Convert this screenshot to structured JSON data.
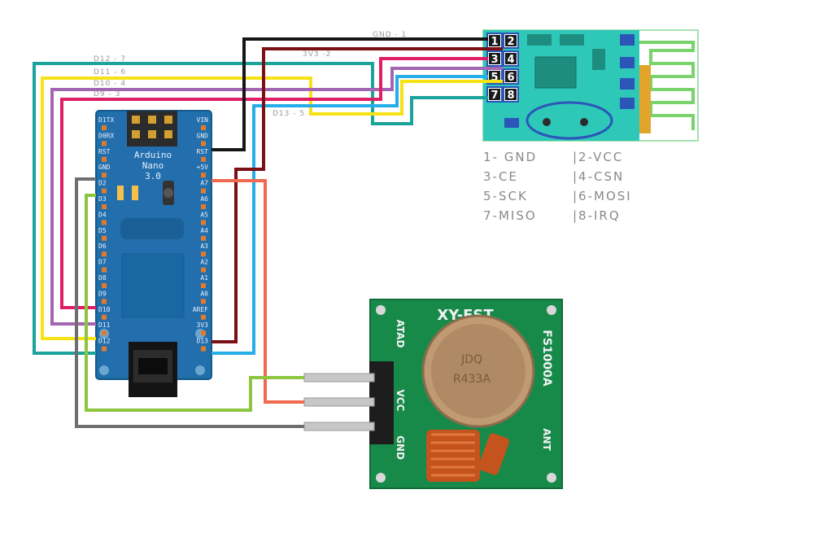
{
  "nano": {
    "title_line1": "Arduino",
    "title_line2": "Nano",
    "title_line3": "3.0",
    "left_pins": [
      "D1TX",
      "D0RX",
      "RST",
      "GND",
      "D2",
      "D3",
      "D4",
      "D5",
      "D6",
      "D7",
      "D8",
      "D9",
      "D10",
      "D11",
      "D12"
    ],
    "right_pins": [
      "VIN",
      "GND",
      "RST",
      "+5V",
      "A7",
      "A6",
      "A5",
      "A4",
      "A3",
      "A2",
      "A1",
      "A0",
      "AREF",
      "3V3",
      "D13"
    ]
  },
  "wire_labels": {
    "d12": "D12 - 7",
    "d11": "D11 - 6",
    "d10": "D10 - 4",
    "d9": "D9 - 3",
    "d13": "D13 - 5",
    "gnd": "GND - 1",
    "v33": "3V3 -2"
  },
  "nrf": {
    "pin_numbers": [
      "1",
      "2",
      "3",
      "4",
      "5",
      "6",
      "7",
      "8"
    ],
    "legend": [
      [
        "1- GND",
        "|2-VCC"
      ],
      [
        "3-CE",
        "|4-CSN"
      ],
      [
        "5-SCK",
        "|6-MOSI"
      ],
      [
        "7-MISO",
        "|8-IRQ"
      ]
    ]
  },
  "transmitter": {
    "title": "XY-FST",
    "part": "FS1000A",
    "can_line1": "JDQ",
    "can_line2": "R433A",
    "pin_data": "ATAD",
    "pin_vcc": "VCC",
    "pin_gnd": "GND",
    "ant": "ANT"
  },
  "colors": {
    "teal": "#1aa39a",
    "yellow": "#f7e315",
    "purple": "#a366b2",
    "crimson": "#de1f66",
    "blue": "#26aee8",
    "black": "#161616",
    "darkred": "#7a0f14",
    "salmon": "#ef6a4e",
    "green": "#8cc63f",
    "gray": "#6e6e6e"
  }
}
